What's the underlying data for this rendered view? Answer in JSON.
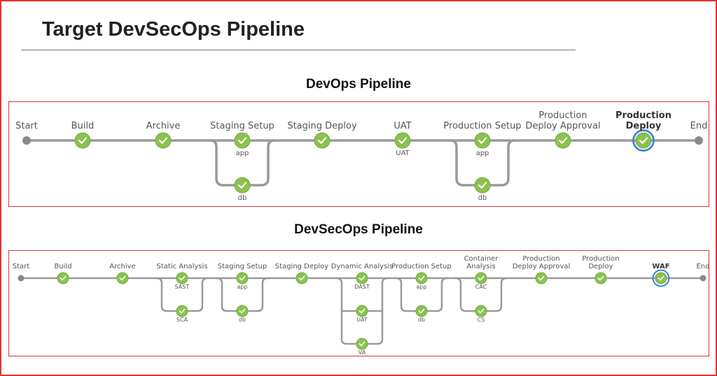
{
  "page": {
    "title": "Target DevSecOps Pipeline"
  },
  "devops": {
    "section_title": "DevOps Pipeline",
    "start_label": "Start",
    "end_label": "End",
    "stages": [
      {
        "label": [
          "Build"
        ],
        "nodes": [
          ""
        ]
      },
      {
        "label": [
          "Archive"
        ],
        "nodes": [
          ""
        ]
      },
      {
        "label": [
          "Staging Setup"
        ],
        "nodes": [
          "app",
          "db"
        ]
      },
      {
        "label": [
          "Staging Deploy"
        ],
        "nodes": [
          ""
        ]
      },
      {
        "label": [
          "UAT"
        ],
        "nodes": [
          "UAT"
        ]
      },
      {
        "label": [
          "Production Setup"
        ],
        "nodes": [
          "app",
          "db"
        ]
      },
      {
        "label": [
          "Production",
          "Deploy Approval"
        ],
        "nodes": [
          ""
        ]
      },
      {
        "label": [
          "Production",
          "Deploy"
        ],
        "nodes": [
          ""
        ],
        "current": true
      }
    ]
  },
  "devsecops": {
    "section_title": "DevSecOps Pipeline",
    "start_label": "Start",
    "end_label": "End",
    "stages": [
      {
        "label": [
          "Build"
        ],
        "nodes": [
          ""
        ]
      },
      {
        "label": [
          "Archive"
        ],
        "nodes": [
          ""
        ]
      },
      {
        "label": [
          "Static Analysis"
        ],
        "nodes": [
          "SAST",
          "SCA"
        ]
      },
      {
        "label": [
          "Staging Setup"
        ],
        "nodes": [
          "app",
          "db"
        ]
      },
      {
        "label": [
          "Staging Deploy"
        ],
        "nodes": [
          ""
        ]
      },
      {
        "label": [
          "Dynamic Analysis"
        ],
        "nodes": [
          "DAST",
          "UAT",
          "VA"
        ]
      },
      {
        "label": [
          "Production Setup"
        ],
        "nodes": [
          "app",
          "db"
        ]
      },
      {
        "label": [
          "Container",
          "Analysis"
        ],
        "nodes": [
          "CAC",
          "CS"
        ]
      },
      {
        "label": [
          "Production",
          "Deploy Approval"
        ],
        "nodes": [
          ""
        ]
      },
      {
        "label": [
          "Production",
          "Deploy"
        ],
        "nodes": [
          ""
        ]
      },
      {
        "label": [
          "WAF"
        ],
        "nodes": [
          ""
        ],
        "current": true
      }
    ]
  },
  "colors": {
    "node_fill": "#8cc152",
    "node_stroke": "#6fae37",
    "line": "#9a9a9a",
    "current_ring": "#3a86d9",
    "panel_border": "#e03030",
    "frame_border": "#e8312f"
  },
  "icons": {
    "stage_node": "check-circle-icon",
    "current_stage": "check-circle-ring-icon",
    "endpoint": "dot-icon"
  }
}
